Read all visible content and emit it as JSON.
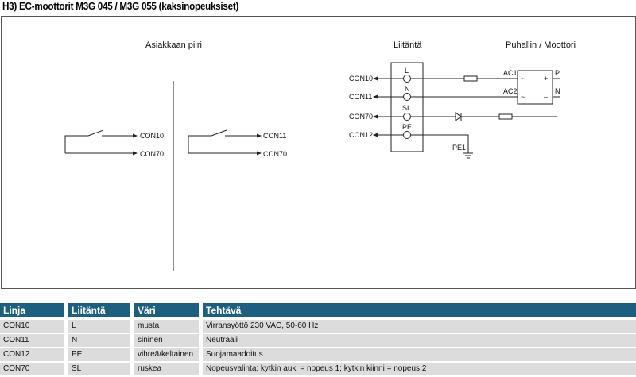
{
  "title": "H3) EC-moottorit M3G 045 / M3G 055 (kaksinopeuksiset)",
  "diagram": {
    "customer_circuit": "Asiakkaan piiri",
    "connection": "Liitäntä",
    "fan_motor": "Puhallin / Moottori",
    "switch1": {
      "top": "CON10",
      "bottom": "CON70"
    },
    "switch2": {
      "top": "CON11",
      "bottom": "CON70"
    },
    "lines": [
      {
        "con": "CON10",
        "term": "L"
      },
      {
        "con": "CON11",
        "term": "N"
      },
      {
        "con": "CON70",
        "term": "SL"
      },
      {
        "con": "CON12",
        "term": "PE"
      }
    ],
    "ac1": "AC1",
    "ac2": "AC2",
    "p": "P",
    "n": "N",
    "pe1": "PE1",
    "plus": "+",
    "minus": "–",
    "tilde": "~"
  },
  "table": {
    "headers": [
      "Linja",
      "Liitäntä",
      "Väri",
      "Tehtävä"
    ],
    "rows": [
      [
        "CON10",
        "L",
        "musta",
        "Virransyöttö 230 VAC, 50-60 Hz"
      ],
      [
        "CON11",
        "N",
        "sininen",
        "Neutraali"
      ],
      [
        "CON12",
        "PE",
        "vihreä/keltainen",
        "Suojamaadoitus"
      ],
      [
        "CON70",
        "SL",
        "ruskea",
        "Nopeusvalinta: kytkin auki = nopeus 1; kytkin kiinni = nopeus 2"
      ]
    ]
  },
  "colors": {
    "header": "#1d5f7e",
    "row": "#dcdcdc"
  }
}
